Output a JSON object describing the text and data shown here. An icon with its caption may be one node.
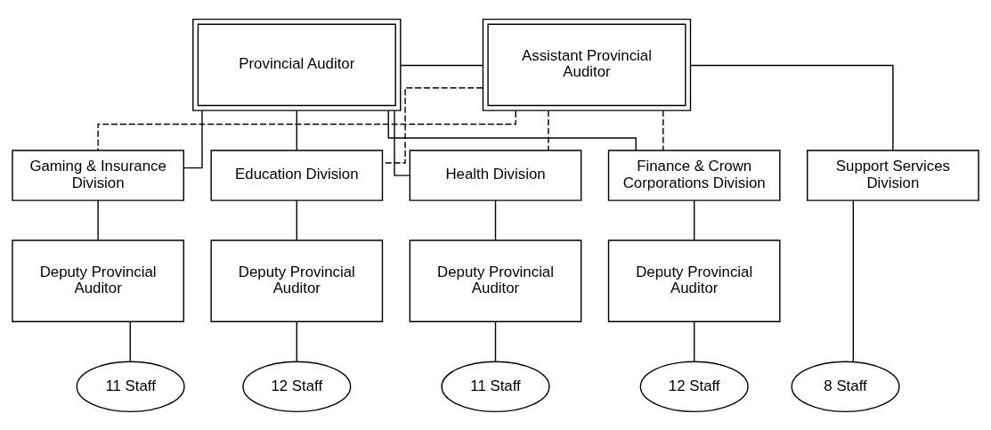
{
  "diagram": {
    "nodes": [
      {
        "text": [
          "Provincial Auditor"
        ]
      },
      {
        "text": [
          "Assistant Provincial Auditor"
        ]
      },
      {
        "text": [
          "Gaming & Insurance Division"
        ]
      },
      {
        "text": [
          "Education Division"
        ]
      },
      {
        "text": [
          "Health Division"
        ]
      },
      {
        "text": [
          "Finance & Crown Corporations Division"
        ]
      },
      {
        "text": [
          "Support Services Division"
        ]
      },
      {
        "text": [
          "Deputy Provincial Auditor"
        ]
      },
      {
        "text": [
          "Deputy Provincial Auditor"
        ]
      },
      {
        "text": [
          "Deputy Provincial Auditor"
        ]
      },
      {
        "text": [
          "Deputy Provincial Auditor"
        ]
      },
      {
        "text": [
          "11 Staff"
        ]
      },
      {
        "text": [
          "12 Staff"
        ]
      },
      {
        "text": [
          "11 Staff"
        ]
      },
      {
        "text": [
          "12 Staff"
        ]
      },
      {
        "text": [
          "8 Staff"
        ]
      }
    ],
    "edges": [
      {
        "from": 0,
        "to": 1,
        "arrow": "none"
      },
      {
        "from": 0,
        "to": 2,
        "arrow": "none"
      },
      {
        "from": 0,
        "to": 3,
        "arrow": "none"
      },
      {
        "from": 0,
        "to": 4,
        "arrow": "none"
      },
      {
        "from": 0,
        "to": 5,
        "arrow": "none"
      },
      {
        "from": 1,
        "to": 2,
        "arrow": "none",
        "style": "dashed"
      },
      {
        "from": 1,
        "to": 3,
        "arrow": "none",
        "style": "dashed"
      },
      {
        "from": 1,
        "to": 4,
        "arrow": "none",
        "style": "dashed"
      },
      {
        "from": 1,
        "to": 5,
        "arrow": "none",
        "style": "dashed"
      },
      {
        "from": 1,
        "to": 6,
        "arrow": "none"
      },
      {
        "from": 2,
        "to": 7,
        "arrow": "none"
      },
      {
        "from": 3,
        "to": 8,
        "arrow": "none"
      },
      {
        "from": 4,
        "to": 9,
        "arrow": "none"
      },
      {
        "from": 5,
        "to": 10,
        "arrow": "none"
      },
      {
        "from": 7,
        "to": 11,
        "arrow": "none"
      },
      {
        "from": 8,
        "to": 12,
        "arrow": "none"
      },
      {
        "from": 9,
        "to": 13,
        "arrow": "none"
      },
      {
        "from": 10,
        "to": 14,
        "arrow": "none"
      },
      {
        "from": 6,
        "to": 15,
        "arrow": "none"
      }
    ]
  }
}
